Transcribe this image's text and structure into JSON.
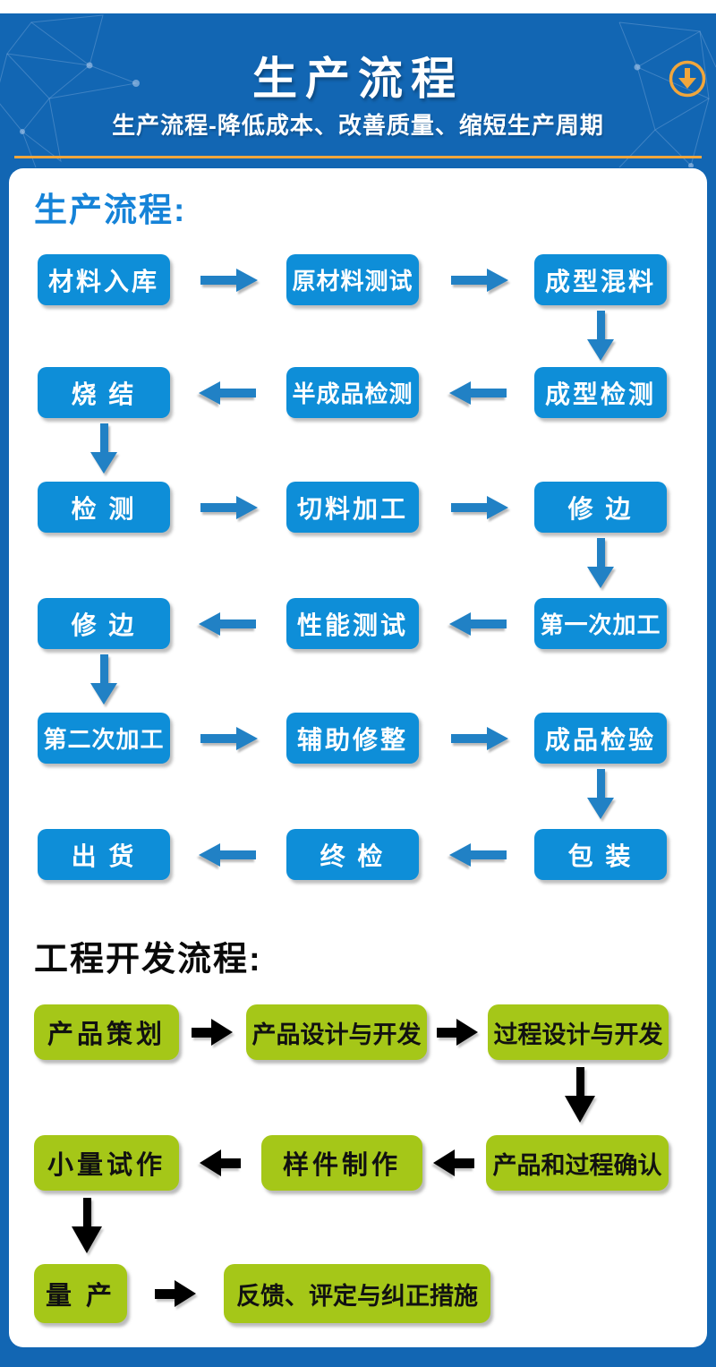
{
  "page": {
    "background_color": "#1266b3",
    "card_color": "#ffffff",
    "footer_color": "#1266b3"
  },
  "header": {
    "title": "生产流程",
    "subtitle": "生产流程-降低成本、改善质量、缩短生产周期",
    "icon": "download-circle-icon",
    "accent_color": "#f0a63c",
    "background_color": "#1266b3"
  },
  "production_flow": {
    "heading": "生产流程:",
    "heading_color": "#1583d8",
    "box_color": "#0e8ed8",
    "box_text_color": "#ffffff",
    "arrow_color": "#2181c5",
    "rows": [
      {
        "direction": "right",
        "boxes": [
          "材料入库",
          "原材料测试",
          "成型混料"
        ]
      },
      {
        "direction": "left",
        "boxes": [
          "烧 结",
          "半成品检测",
          "成型检测"
        ]
      },
      {
        "direction": "right",
        "boxes": [
          "检 测",
          "切料加工",
          "修 边"
        ]
      },
      {
        "direction": "left",
        "boxes": [
          "修 边",
          "性能测试",
          "第一次加工"
        ]
      },
      {
        "direction": "right",
        "boxes": [
          "第二次加工",
          "辅助修整",
          "成品检验"
        ]
      },
      {
        "direction": "left",
        "boxes": [
          "出 货",
          "终 检",
          "包 装"
        ]
      }
    ]
  },
  "engineering_flow": {
    "heading": "工程开发流程:",
    "heading_color": "#0a0a0a",
    "box_color": "#a5c718",
    "box_text_color": "#111111",
    "arrow_color": "#000000",
    "rows": [
      {
        "direction": "right",
        "boxes": [
          "产品策划",
          "产品设计与开发",
          "过程设计与开发"
        ]
      },
      {
        "direction": "left",
        "boxes": [
          "小量试作",
          "样件制作",
          "产品和过程确认"
        ]
      },
      {
        "direction": "right",
        "boxes": [
          "量 产",
          "反馈、评定与纠正措施"
        ]
      }
    ]
  }
}
